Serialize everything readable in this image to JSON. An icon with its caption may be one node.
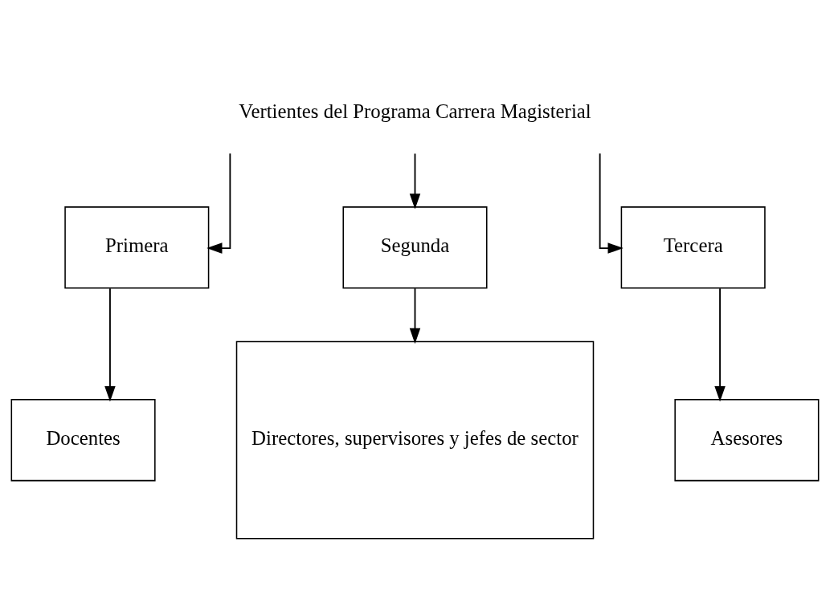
{
  "diagram": {
    "nodes": [
      {
        "text": [
          "Vertientes del Programa Carrera Magisterial"
        ]
      },
      {
        "text": [
          "Primera"
        ]
      },
      {
        "text": [
          "Segunda"
        ]
      },
      {
        "text": [
          "Tercera"
        ]
      },
      {
        "text": [
          "Docentes"
        ]
      },
      {
        "text": [
          "Directores, supervisores y jefes de sector"
        ]
      },
      {
        "text": [
          "Asesores"
        ]
      }
    ],
    "edges": [
      {
        "from": 0,
        "to": 1,
        "arrow": "to"
      },
      {
        "from": 0,
        "to": 2,
        "arrow": "to"
      },
      {
        "from": 0,
        "to": 3,
        "arrow": "to"
      },
      {
        "from": 1,
        "to": 4,
        "arrow": "to"
      },
      {
        "from": 2,
        "to": 5,
        "arrow": "to"
      },
      {
        "from": 3,
        "to": 6,
        "arrow": "to"
      }
    ]
  }
}
